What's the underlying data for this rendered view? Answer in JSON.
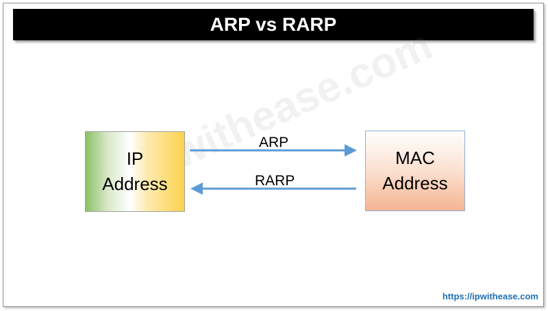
{
  "title": "ARP vs RARP",
  "watermark": "ipwithease.com",
  "nodes": {
    "ip_box": {
      "line1": "IP",
      "line2": "Address"
    },
    "mac_box": {
      "line1": "MAC",
      "line2": "Address"
    }
  },
  "edges": {
    "arp_label": "ARP",
    "rarp_label": "RARP"
  },
  "footer_url": "https://ipwithease.com",
  "colors": {
    "title_bg": "#000000",
    "title_text": "#ffffff",
    "arrow": "#5b9bd5",
    "url": "#1f6fb3"
  }
}
